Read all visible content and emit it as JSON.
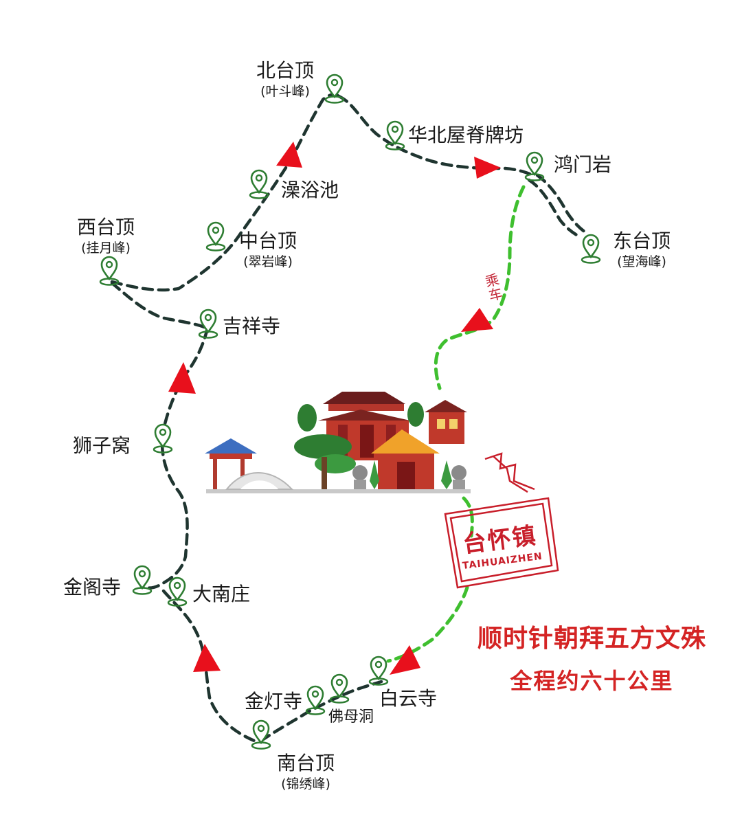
{
  "stops": {
    "beitai": {
      "name": "北台顶",
      "alias": "(叶斗峰)"
    },
    "huabei": {
      "name": "华北屋脊牌坊"
    },
    "hongmen": {
      "name": "鸿门岩"
    },
    "dongtai": {
      "name": "东台顶",
      "alias": "(望海峰)"
    },
    "zaoyu": {
      "name": "澡浴池"
    },
    "zhongtai": {
      "name": "中台顶",
      "alias": "(翠岩峰)"
    },
    "xitai": {
      "name": "西台顶",
      "alias": "(挂月峰)"
    },
    "jixiang": {
      "name": "吉祥寺"
    },
    "shizi": {
      "name": "狮子窝"
    },
    "jinge": {
      "name": "金阁寺"
    },
    "danan": {
      "name": "大南庄"
    },
    "jindeng": {
      "name": "金灯寺"
    },
    "fomu": {
      "name": "佛母洞"
    },
    "baiyun": {
      "name": "白云寺"
    },
    "nantai": {
      "name": "南台顶",
      "alias": "(锦绣峰)"
    }
  },
  "vehicle_note": "乘车",
  "town": {
    "name": "台怀镇",
    "pinyin": "TAIHUAIZHEN"
  },
  "slogan": {
    "line1": "顺时针朝拜五方文殊",
    "line2": "全程约六十公里"
  },
  "colors": {
    "walk_route": "#1f3530",
    "vehicle_route": "#3fbf2f",
    "direction_arrow": "#e8101c",
    "pin": "#2e7d32",
    "slogan": "#d42424",
    "stamp": "#c81e2a"
  },
  "icons": [
    "location-pin-icon",
    "direction-arrow-icon",
    "temple-illustration-icon"
  ]
}
